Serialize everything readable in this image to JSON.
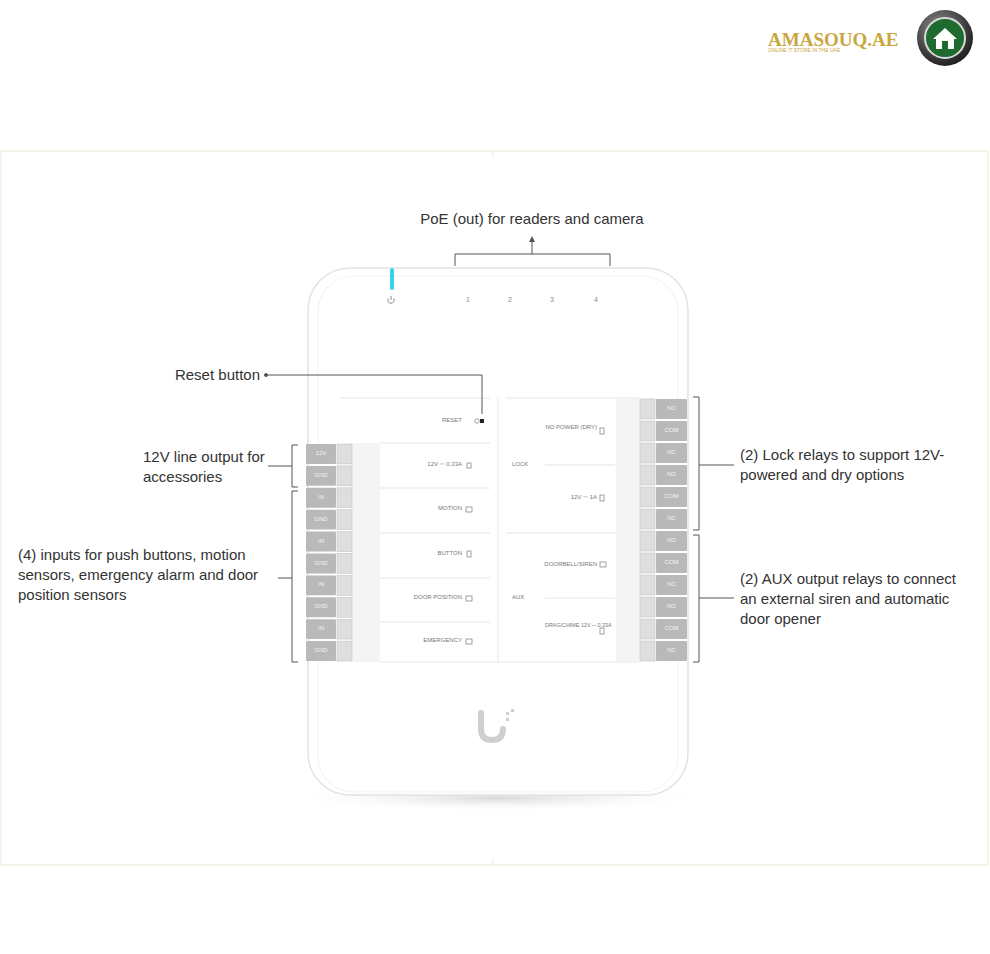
{
  "diagram": {
    "labels": [
      "AMASOUQ.AE",
      "ONLINE IT STORE IN THE UAE",
      "PoE (out) for readers and camera",
      "Reset button",
      "12V line output for accessories",
      "(4) inputs for push buttons, motion sensors, emergency alarm and door position sensors",
      "(2) Lock relays to support 12V-powered and dry options",
      "(2) AUX output relays to connect an external siren and automatic door opener",
      "1",
      "2",
      "3",
      "4",
      "RESET",
      "12V ⎓ 0.33A",
      "MOTION",
      "BUTTON",
      "DOOR POSITION",
      "EMERGENCY",
      "NO POWER (DRY)",
      "LOCK",
      "12V ⎓ 1A",
      "DOORBELL/SIREN",
      "AUX",
      "DRAG/CHIME 12V ⎓ 0.33A",
      "12V",
      "GND",
      "IN",
      "GND",
      "IN",
      "GND",
      "IN",
      "GND",
      "IN",
      "GND",
      "NO",
      "COM",
      "NC",
      "NO",
      "COM",
      "NC",
      "NO",
      "COM",
      "NC",
      "NO",
      "COM",
      "NC"
    ]
  }
}
